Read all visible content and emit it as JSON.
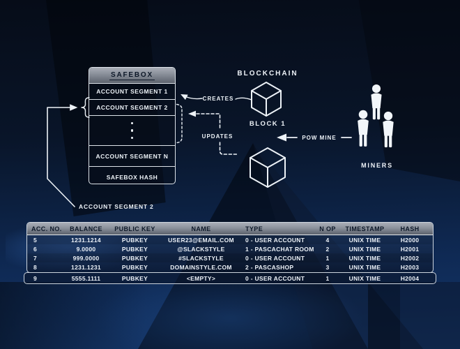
{
  "diagram": {
    "blockchain_title": "BLOCKCHAIN",
    "block1_label": "BLOCK 1",
    "creates_label": "CREATES",
    "updates_label": "UPDATES",
    "pow_mine_label": "POW MINE",
    "miners_label": "MINERS",
    "callout_label": "ACCOUNT SEGMENT 2",
    "safebox": {
      "title": "SAFEBOX",
      "segment1": "ACCOUNT SEGMENT 1",
      "segment2": "ACCOUNT SEGMENT 2",
      "segment_n": "ACCOUNT SEGMENT N",
      "hash": "SAFEBOX HASH"
    },
    "icons": {
      "block1": "cube-wireframe-icon",
      "block2": "cube-wireframe-icon",
      "miners": "person-icons"
    }
  },
  "table": {
    "headers": [
      "ACC. NO.",
      "BALANCE",
      "PUBLIC KEY",
      "NAME",
      "TYPE",
      "N OP",
      "TIMESTAMP",
      "HASH"
    ],
    "rows": [
      [
        "5",
        "1231.1214",
        "PUBKEY",
        "USER23@EMAIL.COM",
        "0 - USER ACCOUNT",
        "4",
        "UNIX TIME",
        "H2000"
      ],
      [
        "6",
        "9.0000",
        "PUBKEY",
        "@SLACKSTYLE",
        "1 - PASCACHAT ROOM",
        "2",
        "UNIX TIME",
        "H2001"
      ],
      [
        "7",
        "999.0000",
        "PUBKEY",
        "#SLACKSTYLE",
        "0 - USER ACCOUNT",
        "1",
        "UNIX TIME",
        "H2002"
      ],
      [
        "8",
        "1231.1231",
        "PUBKEY",
        "DOMAINSTYLE.COM",
        "2 - PASCASHOP",
        "3",
        "UNIX TIME",
        "H2003"
      ],
      [
        "9",
        "5555.1111",
        "PUBKEY",
        "<EMPTY>",
        "0 - USER ACCOUNT",
        "1",
        "UNIX TIME",
        "H2004"
      ]
    ]
  },
  "colors": {
    "background_top": "#060c18",
    "background_bottom": "#15376a",
    "line": "#edf2f7",
    "panel_header_top": "#a9aeb7",
    "panel_header_bottom": "#5c626d",
    "panel_header_text": "#0d1828",
    "body_text": "#edf2f8"
  }
}
